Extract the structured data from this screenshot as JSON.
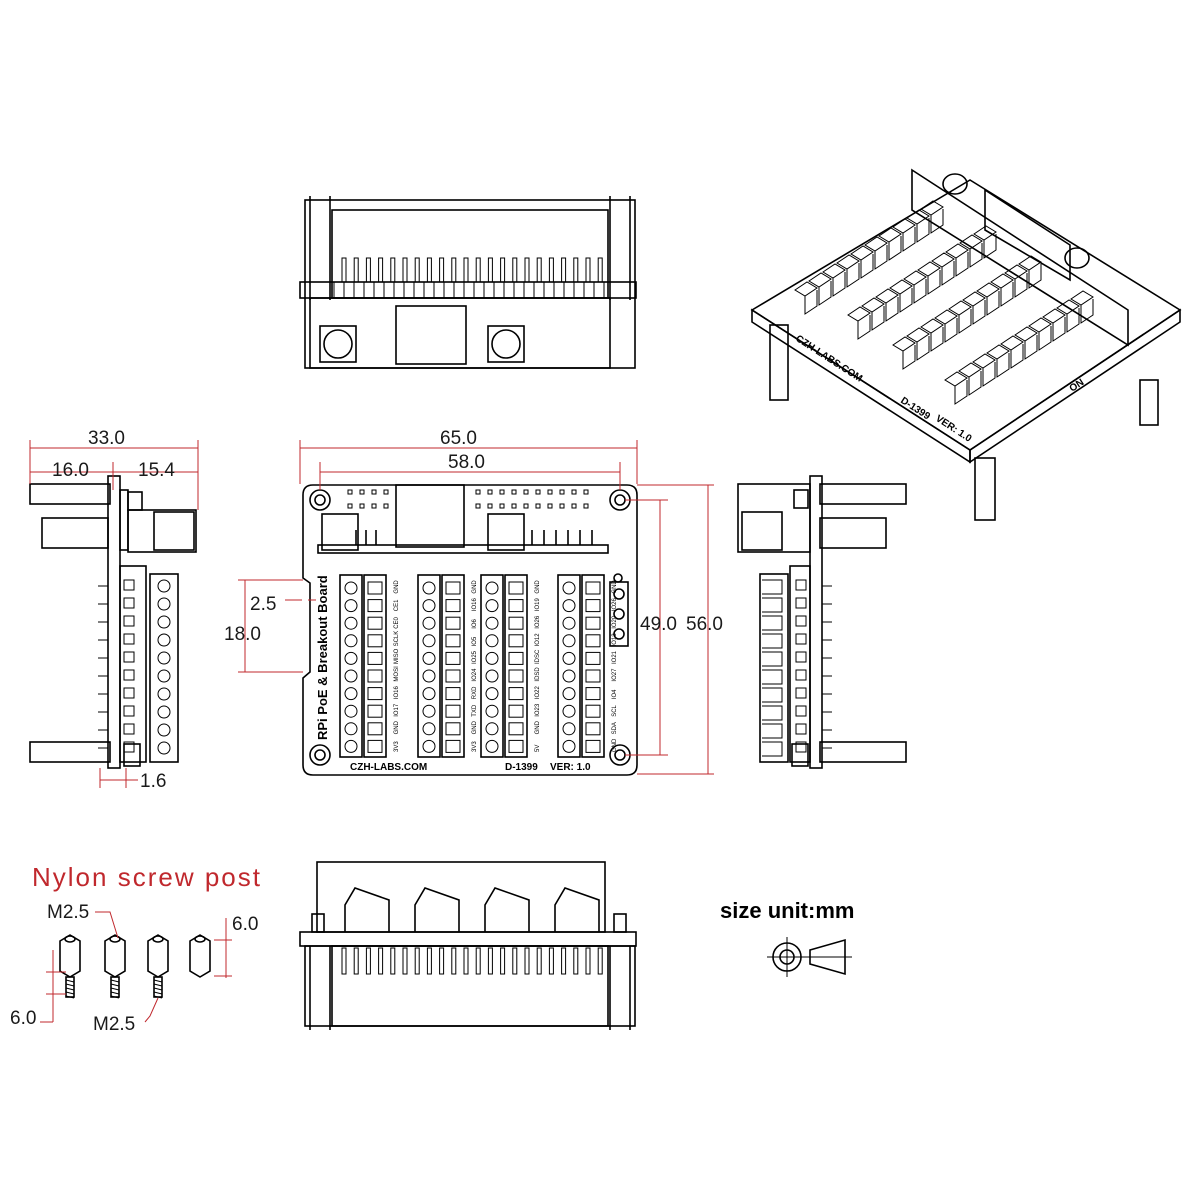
{
  "title": "Nylon screw post",
  "unit_label": "size unit:mm",
  "dimensions": {
    "width_board": "65.0",
    "hole_spacing_x": "58.0",
    "height_board": "56.0",
    "hole_spacing_y": "49.0",
    "notch_depth": "2.5",
    "notch_length": "18.0",
    "side_total": "33.0",
    "side_left": "16.0",
    "side_right": "15.4",
    "pcb_thickness": "1.6",
    "post_thread_top": "M2.5",
    "post_thread_bottom": "M2.5",
    "post_height_top": "6.0",
    "post_height_left": "6.0"
  },
  "board": {
    "name": "RPi PoE & Breakout Board",
    "website": "CZH-LABS.COM",
    "model": "D-1399",
    "version": "VER: 1.0",
    "on_label": "ON",
    "blocks": [
      {
        "top": "GND",
        "labels": [
          "3V3",
          "GND",
          "IO17",
          "IO16",
          "MOSI",
          "MISO",
          "SCLK",
          "CE0",
          "CE1",
          "GND"
        ]
      },
      {
        "top": "GND",
        "labels": [
          "3V3",
          "GND",
          "TXD",
          "RXD",
          "IO24",
          "IO25",
          "IO5",
          "IO6",
          "IO16",
          "GND"
        ]
      },
      {
        "top": "GND",
        "labels": [
          "5V",
          "GND",
          "IO23",
          "IO22",
          "IDSD",
          "IDSC",
          "IO12",
          "IO26",
          "IO19",
          "GND"
        ]
      },
      {
        "top": "GND",
        "labels": [
          "GND",
          "SDA",
          "SCL",
          "IO4",
          "IO27",
          "IO21",
          "IO13",
          "IO20",
          "IO26",
          "GND"
        ]
      }
    ]
  }
}
